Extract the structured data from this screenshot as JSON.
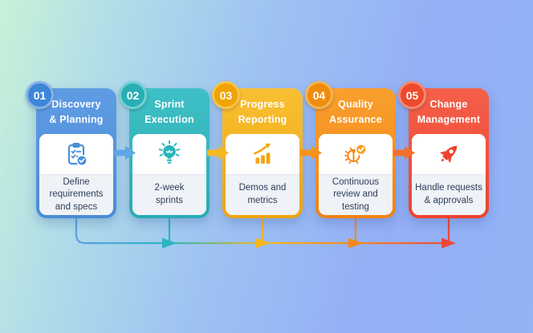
{
  "background": {
    "gradient_start": "#c9f2d7",
    "gradient_end": "#92b3f6"
  },
  "flow": {
    "direction": "left-to-right",
    "mid_arrow_colors": [
      "#5ea6e9",
      "#f5b81e",
      "#f6921e",
      "#f3702c"
    ],
    "bus_colors": [
      "#5aa0e4",
      "#2ab5bd",
      "#f2b81f",
      "#f6891e",
      "#ef4637"
    ]
  },
  "steps": [
    {
      "number": "01",
      "title": "Discovery\n& Planning",
      "description": "Define\nrequirements\nand specs",
      "icon": "clipboard-check-icon",
      "accent": "#4f90da",
      "badge_color": "#3d86d8"
    },
    {
      "number": "02",
      "title": "Sprint\nExecution",
      "description": "2-week\nsprints",
      "icon": "lightbulb-icon",
      "accent": "#2fb6bd",
      "badge_color": "#29aeb6"
    },
    {
      "number": "03",
      "title": "Progress\nReporting",
      "description": "Demos and\nmetrics",
      "icon": "bar-chart-icon",
      "accent": "#f4ac14",
      "badge_color": "#f0a400"
    },
    {
      "number": "04",
      "title": "Quality\nAssurance",
      "description": "Continuous\nreview and\ntesting",
      "icon": "bug-check-icon",
      "accent": "#f68d1d",
      "badge_color": "#ef8c0e"
    },
    {
      "number": "05",
      "title": "Change\nManagement",
      "description": "Handle requests\n& approvals",
      "icon": "rocket-icon",
      "accent": "#f05038",
      "badge_color": "#ee4a2c"
    }
  ]
}
